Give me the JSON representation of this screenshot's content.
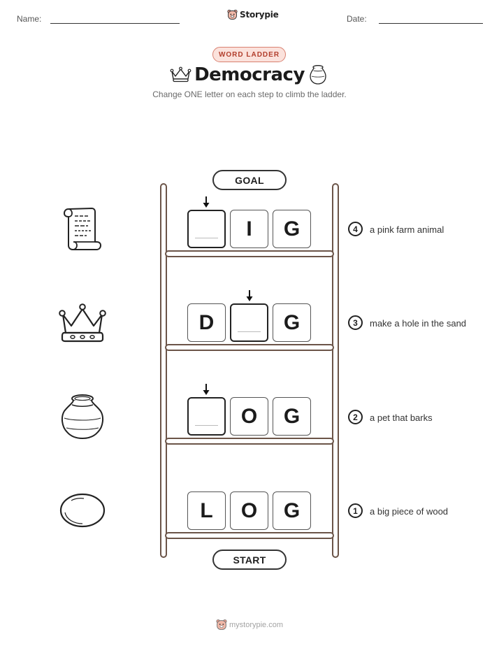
{
  "header": {
    "name_label": "Name:",
    "date_label": "Date:",
    "brand": "Storypie"
  },
  "worksheet": {
    "tag": "WORD LADDER",
    "title": "Democracy",
    "instructions": "Change ONE letter on each step to climb the ladder.",
    "goal_label": "GOAL",
    "start_label": "START"
  },
  "steps": [
    {
      "number": "4",
      "clue": "a pink farm animal",
      "letters": [
        "",
        "I",
        "G"
      ],
      "picture": "scroll-icon"
    },
    {
      "number": "3",
      "clue": "make a hole in the sand",
      "letters": [
        "D",
        "",
        "G"
      ],
      "picture": "crown-icon"
    },
    {
      "number": "2",
      "clue": "a pet that barks",
      "letters": [
        "",
        "O",
        "G"
      ],
      "picture": "pot-icon"
    },
    {
      "number": "1",
      "clue": "a big piece of wood",
      "letters": [
        "L",
        "O",
        "G"
      ],
      "picture": "pebble-icon"
    }
  ],
  "footer": {
    "site": "mystorypie.com"
  },
  "colors": {
    "accent": "#b23e2c",
    "tag_fill": "#fbe2dc",
    "ladder": "#6b5448"
  }
}
